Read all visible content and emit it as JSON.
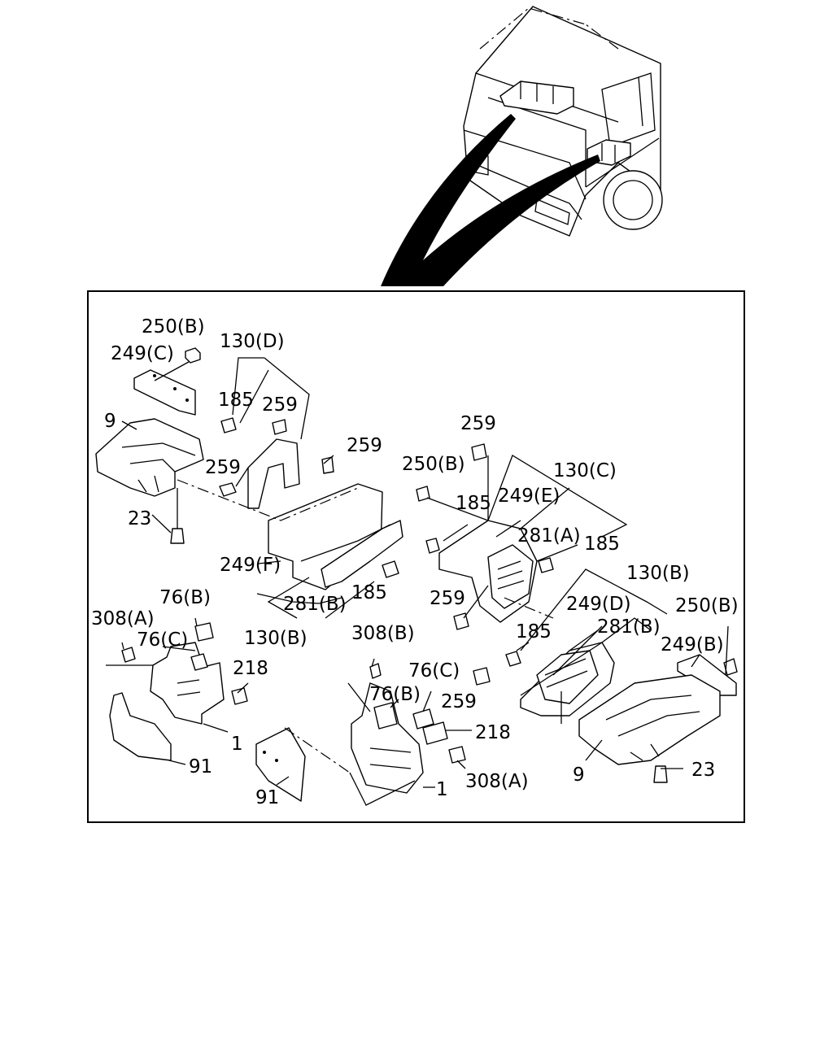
{
  "labels": {
    "l_250b_top": "250(B)",
    "l_249c": "249(C)",
    "l_130d": "130(D)",
    "l_185_a": "185",
    "l_259_a": "259",
    "l_9_left": "9",
    "l_259_b": "259",
    "l_259_c": "259",
    "l_23_left": "23",
    "l_249f": "249(F)",
    "l_281b_left": "281(B)",
    "l_185_b": "185",
    "l_130b_left": "130(B)",
    "l_259_d": "259",
    "l_250b_mid": "250(B)",
    "l_130c": "130(C)",
    "l_185_c": "185",
    "l_249e": "249(E)",
    "l_281a": "281(A)",
    "l_185_d": "185",
    "l_259_e": "259",
    "l_130b_right": "130(B)",
    "l_249d": "249(D)",
    "l_250b_right": "250(B)",
    "l_185_e": "185",
    "l_281b_right": "281(B)",
    "l_249b": "249(B)",
    "l_76b_left": "76(B)",
    "l_308a_left": "308(A)",
    "l_76c_left": "76(C)",
    "l_218_left": "218",
    "l_1_left": "1",
    "l_91_left": "91",
    "l_308b": "308(B)",
    "l_76c_mid": "76(C)",
    "l_76b_mid": "76(B)",
    "l_259_f": "259",
    "l_218_mid": "218",
    "l_308a_mid": "308(A)",
    "l_1_mid": "1",
    "l_91_mid": "91",
    "l_9_right": "9",
    "l_23_right": "23"
  }
}
